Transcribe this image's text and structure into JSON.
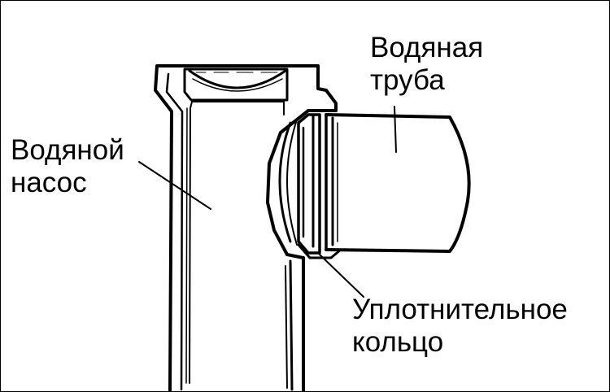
{
  "labels": {
    "water_pipe": [
      "Водяная",
      "труба"
    ],
    "water_pump": [
      "Водяной",
      "насос"
    ],
    "seal_ring": [
      "Уплотнительное",
      "кольцо"
    ]
  },
  "colors": {
    "ink": "#000000",
    "paper": "#ffffff"
  }
}
